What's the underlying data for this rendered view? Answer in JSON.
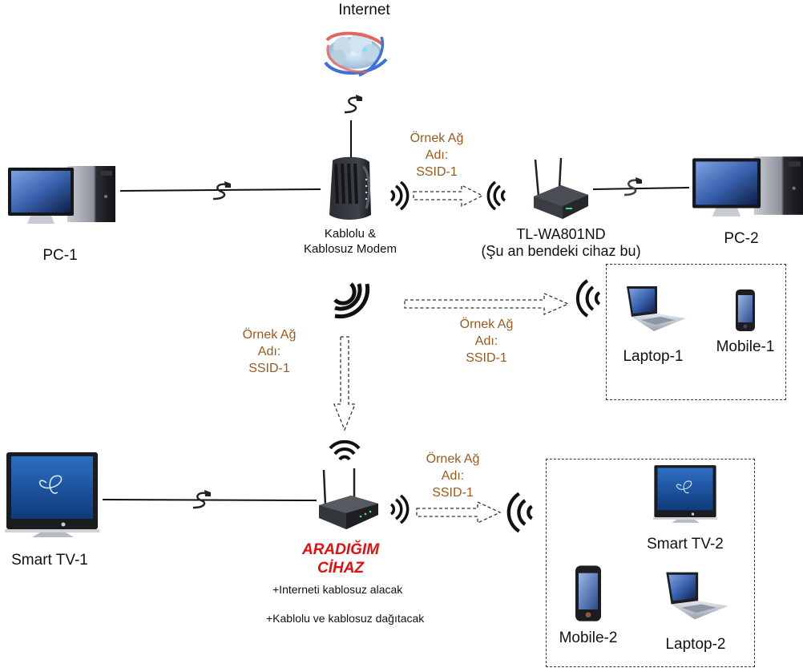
{
  "internet": {
    "label": "Internet"
  },
  "modem": {
    "label_line1": "Kablolu &",
    "label_line2": "Kablosuz Modem"
  },
  "pc1": {
    "label": "PC-1"
  },
  "pc2": {
    "label": "PC-2"
  },
  "access_point": {
    "label_line1": "TL-WA801ND",
    "label_line2": "(Şu an bendeki cihaz bu)"
  },
  "ssid_labels": [
    {
      "line1": "Örnek Ağ",
      "line2": "Adı:",
      "line3": "SSID-1"
    },
    {
      "line1": "Örnek Ağ",
      "line2": "Adı:",
      "line3": "SSID-1"
    },
    {
      "line1": "Örnek Ağ",
      "line2": "Adı:",
      "line3": "SSID-1"
    },
    {
      "line1": "Örnek Ağ",
      "line2": "Adı:",
      "line3": "SSID-1"
    }
  ],
  "group1": {
    "laptop": "Laptop-1",
    "mobile": "Mobile-1"
  },
  "group2": {
    "tv": "Smart TV-2",
    "mobile": "Mobile-2",
    "laptop": "Laptop-2"
  },
  "tv1": {
    "label": "Smart TV-1"
  },
  "target_device": {
    "title_line1": "ARADIĞIM",
    "title_line2": "CİHAZ",
    "notes": [
      "+Interneti kablosuz alacak",
      "+Kablolu ve kablosuz dağıtacak"
    ]
  },
  "colors": {
    "ssid_text": "#9a5a1e",
    "highlight_red": "#e01010"
  }
}
